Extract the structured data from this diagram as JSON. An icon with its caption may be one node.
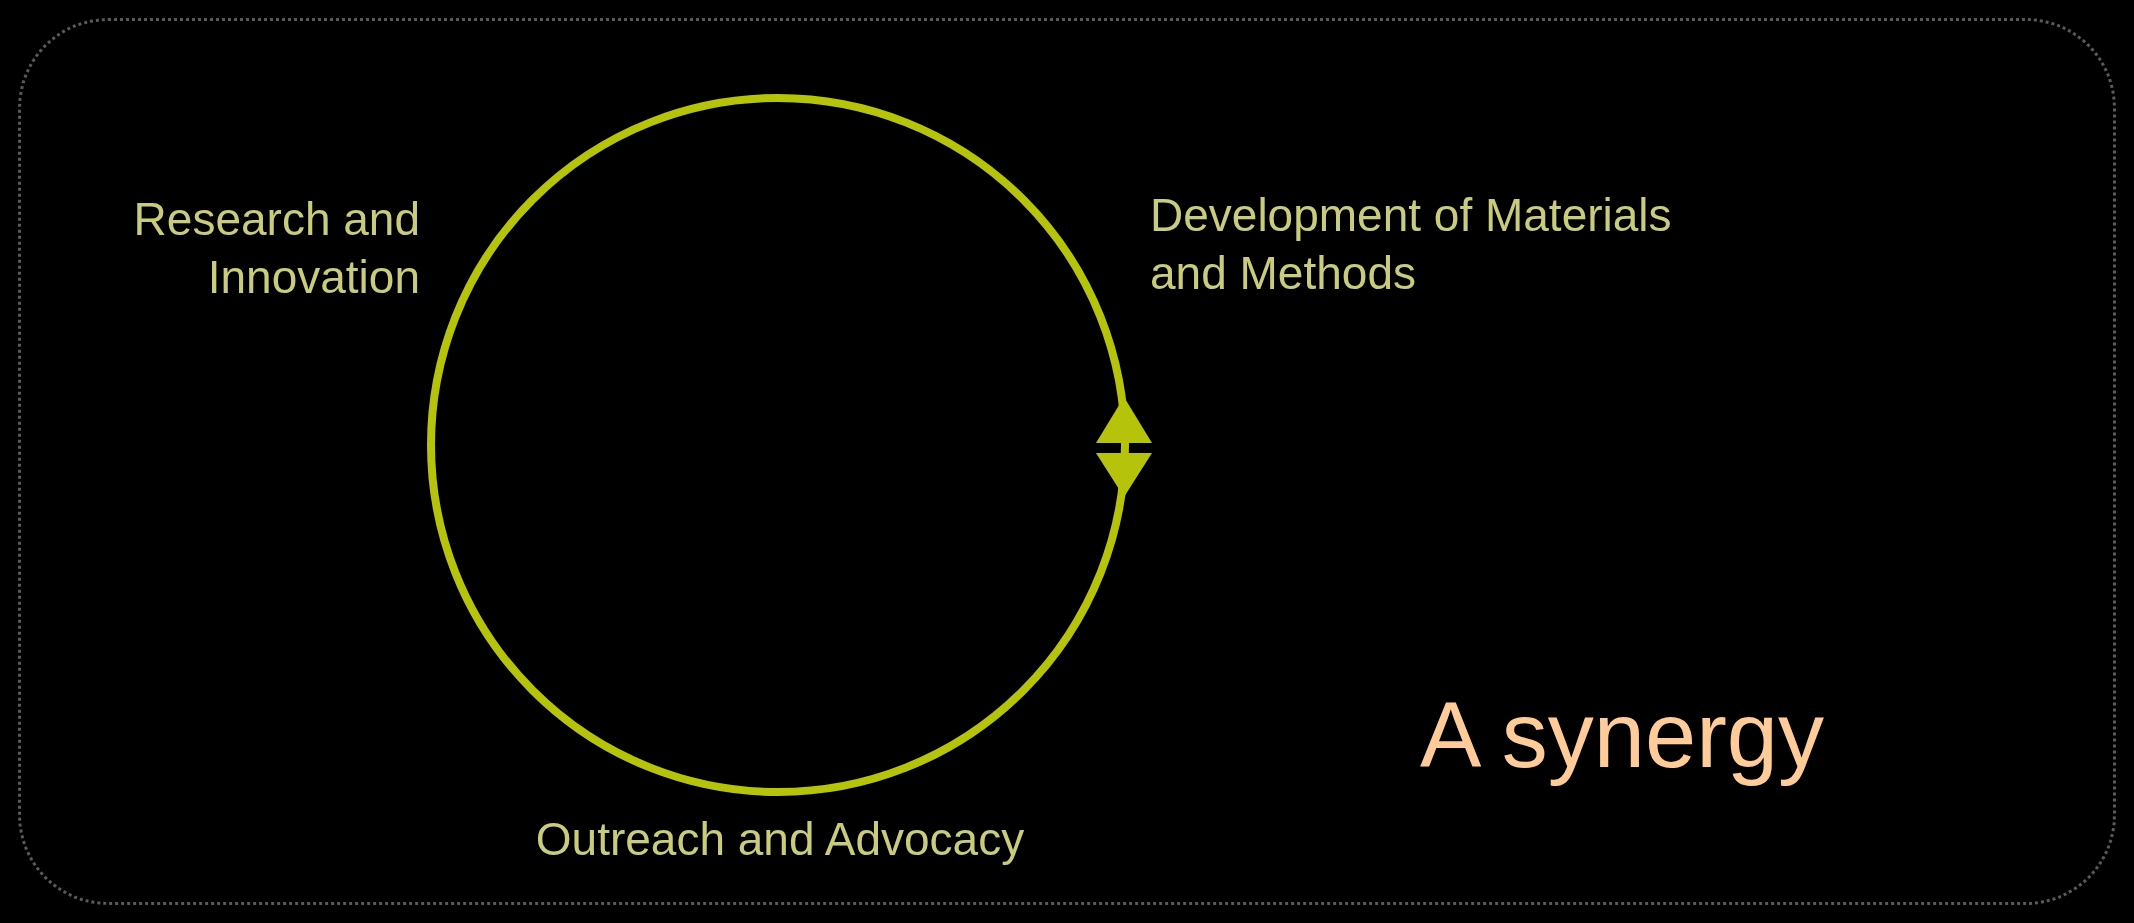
{
  "diagram": {
    "labels": [
      "Research and Innovation",
      "Development of Materials and Methods",
      "A synergy",
      "Outreach and Advocacy"
    ]
  }
}
